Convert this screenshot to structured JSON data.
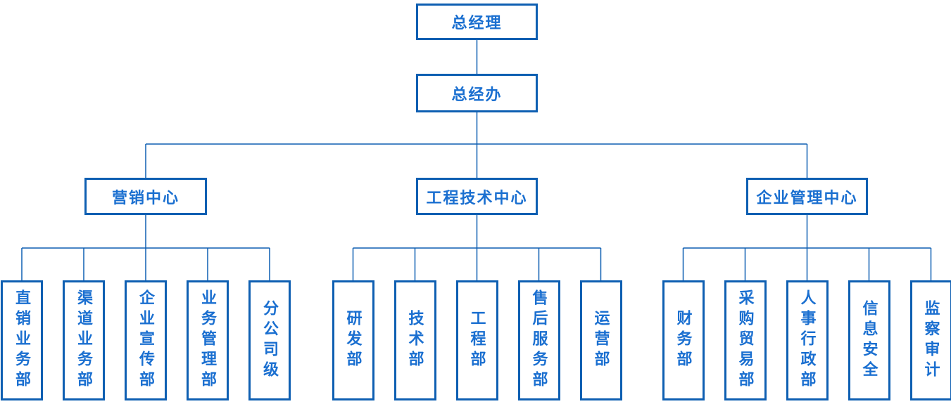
{
  "diagram": {
    "type": "org-chart",
    "colors": {
      "line": "#0e5fb2",
      "text": "#1a6fd0",
      "background": "#ffffff"
    },
    "root": {
      "label": "总经理"
    },
    "office": {
      "label": "总经办"
    },
    "centers": [
      {
        "label": "营销中心",
        "children": [
          "直销业务部",
          "渠道业务部",
          "企业宣传部",
          "业务管理部",
          "分公司级"
        ]
      },
      {
        "label": "工程技术中心",
        "children": [
          "研发部",
          "技术部",
          "工程部",
          "售后服务部",
          "运营部"
        ]
      },
      {
        "label": "企业管理中心",
        "children": [
          "财务部",
          "采购贸易部",
          "人事行政部",
          "信息安全",
          "监察审计"
        ]
      }
    ]
  }
}
